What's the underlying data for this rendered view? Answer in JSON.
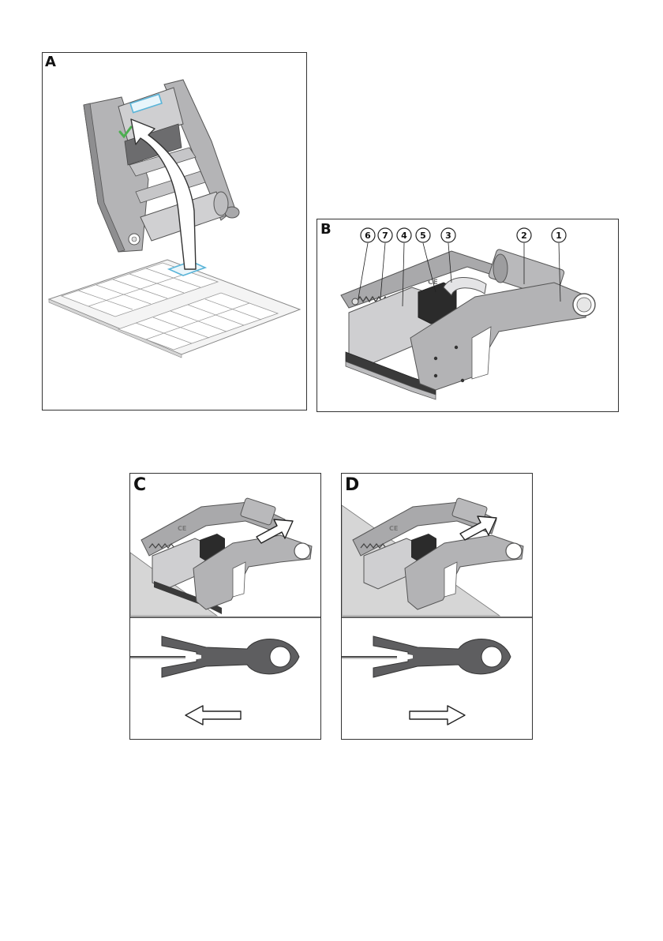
{
  "panels": {
    "a": {
      "letter": "A"
    },
    "b": {
      "letter": "B",
      "callouts": [
        "6",
        "7",
        "4",
        "5",
        "3",
        "2",
        "1"
      ],
      "ce_mark": "CE"
    },
    "c": {
      "letter": "C",
      "ce_mark": "CE"
    },
    "d": {
      "letter": "D",
      "ce_mark": "CE"
    }
  },
  "colors": {
    "frame": "#a9a9ab",
    "frame_dark": "#6f6f72",
    "label_highlight": "#5ab4d8",
    "check": "#4caf50",
    "roller_shadow": "#8d8d90",
    "block": "#2b2b2b",
    "bracket_2d": "#5e5e60"
  }
}
